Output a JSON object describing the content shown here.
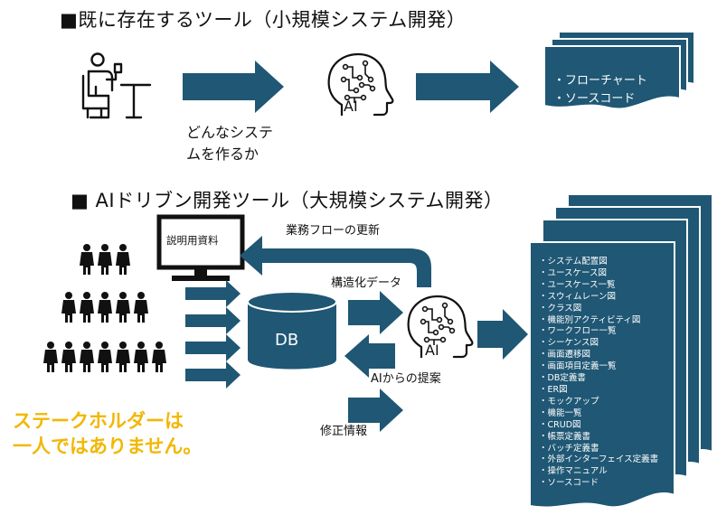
{
  "section_small": {
    "title": "■既に存在するツール（小規模システム開発）",
    "question_line1": "どんなシステ",
    "question_line2": "ムを作るか",
    "ai_label": "AI",
    "outputs": [
      "・フローチャート",
      "・ソースコード"
    ]
  },
  "section_large": {
    "title": "■ AIドリブン開発ツール（大規模システム開発）",
    "monitor_label": "説明用資料",
    "feedback_label": "業務フローの更新",
    "structured_label": "構造化データ",
    "db_label": "DB",
    "ai_label": "AI",
    "proposal_label": "AIからの提案",
    "correction_label": "修正情報",
    "stakeholder_line1": "ステークホルダーは",
    "stakeholder_line2": "一人ではありません。",
    "outputs": [
      "・システム配置図",
      "・ユースケース図",
      "・ユースケース一覧",
      "・スウィムレーン図",
      "・クラス図",
      "・機能別アクティビティ図",
      "・ワークフロー一覧",
      "・シーケンス図",
      "・画面遷移図",
      "・画面項目定義一覧",
      "・DB定義書",
      "・ER図",
      "・モックアップ",
      "・機能一覧",
      "・CRUD図",
      "・帳票定義書",
      "・バッチ定義書",
      "・外部インターフェイス定義書",
      "・操作マニュアル",
      "・ソースコード"
    ]
  },
  "colors": {
    "primary": "#1f5774",
    "highlight": "#f2b705"
  }
}
